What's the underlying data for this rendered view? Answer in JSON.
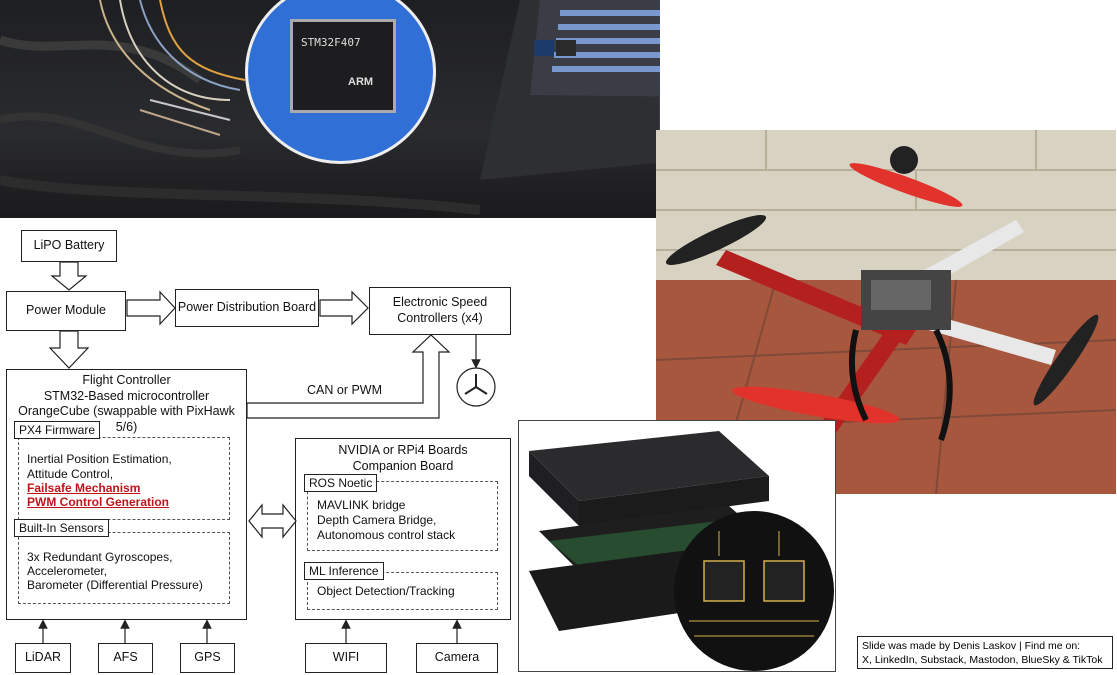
{
  "diagram": {
    "battery": "LiPO Battery",
    "power_module": "Power Module",
    "pdb": "Power Distribution Board",
    "esc_line1": "Electronic Speed",
    "esc_line2": "Controllers (x4)",
    "can_pwm": "CAN or PWM",
    "fc": {
      "line1": "Flight Controller",
      "line2": "STM32-Based microcontroller",
      "line3": "OrangeCube (swappable with PixHawk 5/6)",
      "firmware_title": "PX4 Firmware",
      "firmware_items": [
        "Inertial Position Estimation,",
        "Attitude Control,"
      ],
      "firmware_highlight": [
        "Failsafe Mechanism",
        "PWM Control Generation"
      ],
      "sensors_title": "Built-In Sensors",
      "sensors_items": [
        "3x Redundant Gyroscopes,",
        "Accelerometer,",
        "Barometer (Differential Pressure)"
      ]
    },
    "companion": {
      "line1": "NVIDIA or RPi4 Boards",
      "line2": "Companion Board",
      "ros_title": "ROS Noetic",
      "ros_items": [
        "MAVLINK bridge",
        "Depth Camera Bridge,",
        "Autonomous control stack"
      ],
      "ml_title": "ML Inference",
      "ml_items": [
        "Object Detection/Tracking"
      ]
    },
    "inputs": [
      "LiDAR",
      "AFS",
      "GPS",
      "WIFI",
      "Camera"
    ]
  },
  "chip_text": [
    "STM32F407",
    "ARM"
  ],
  "credit": {
    "line1": "Slide was made by Denis Laskov | Find me on:",
    "line2": "X, LinkedIn, Substack, Mastodon, BlueSky & TikTok"
  }
}
